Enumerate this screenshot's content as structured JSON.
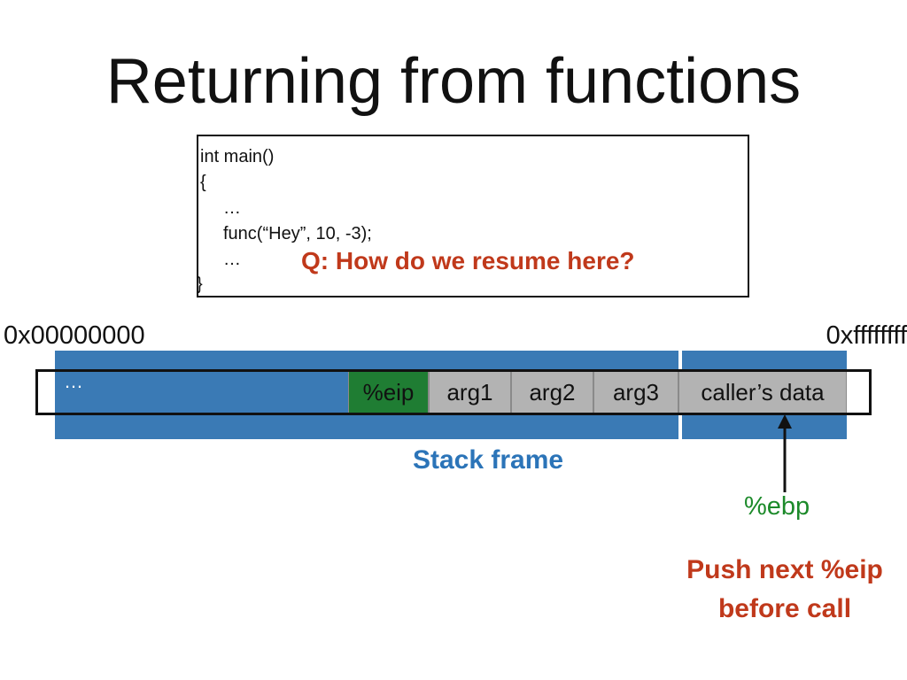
{
  "title": "Returning from functions",
  "code": {
    "lines": [
      "int main()",
      "{",
      "…",
      "func(“Hey”, 10, -3);",
      "…",
      "}"
    ]
  },
  "question": "Q: How do we resume here?",
  "addresses": {
    "low": "0x00000000",
    "high": "0xffffffff"
  },
  "stack": {
    "dots": "…",
    "cells": [
      "%eip",
      "arg1",
      "arg2",
      "arg3",
      "caller’s data"
    ]
  },
  "labels": {
    "stack_frame": "Stack frame",
    "ebp": "%ebp",
    "push_line1": "Push next %eip",
    "push_line2": "before call"
  },
  "colors": {
    "stack_bg": "#3a7ab5",
    "eip_cell": "#1f7d33",
    "arg_cell": "#b3b3b3",
    "question_text": "#c0391b",
    "stack_frame_text": "#2b74b8",
    "ebp_text": "#1c8a2a"
  }
}
